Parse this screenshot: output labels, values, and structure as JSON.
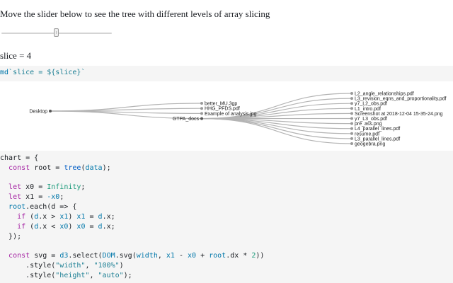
{
  "intro_text": "Move the slider below to see the tree with different levels of array slicing",
  "slider": {
    "value": 4,
    "min": 0,
    "max": 8
  },
  "slice_readout": "slice = 4",
  "md_cell": {
    "tag": "md",
    "tick_open": "`",
    "prefix": "slice = ",
    "expr_open": "${",
    "expr": "slice",
    "expr_close": "}",
    "tick_close": "`"
  },
  "tree": {
    "root": "Desktop",
    "level1": [
      "better_MU.3gp",
      "HHG_PFDS.pdf",
      "Example of analysis.jpg",
      "GTPA_docs"
    ],
    "expanded": "GTPA_docs",
    "level2": [
      "L2_angle_relationships.pdf",
      "L3_revision_eqns_and_proportionality.pdf",
      "y7_L2_obs.pdf",
      "L1_intro.pdf",
      "Screenshot at 2018-12-04 15-35-24.png",
      "y7_L3_obs.pdf",
      "pre_ass.png",
      "L4_parallel_lines.pdf",
      "resume.pdf",
      "L3_parallel_lines.pdf",
      "geogebra.png"
    ]
  },
  "code": {
    "chart_assign": "chart",
    "eq": " = ",
    "brace_open": "{",
    "brace_close": "});",
    "kw_const": "const",
    "kw_let": "let",
    "kw_if": "if",
    "root": "root",
    "tree_fn": "tree",
    "data": "data",
    "x0": "x0",
    "x1": "x1",
    "infinity": "Infinity",
    "neg_x0": "-x0",
    "each_call": ".each",
    "arrow": "(d => {",
    "d": "d",
    "dx": ".x",
    "gt": " > ",
    "lt": " < ",
    "svg": "svg",
    "d3": "d3",
    "select": ".select",
    "dom": "DOM",
    "svg_fn": ".svg",
    "width": "width",
    "minus": " - ",
    "plus": " + ",
    "rootdx": ".dx * ",
    "two": "2",
    "style": ".style",
    "str_width": "\"width\"",
    "str_100": "\"100%\"",
    "str_height": "\"height\"",
    "str_auto": "\"auto\""
  }
}
